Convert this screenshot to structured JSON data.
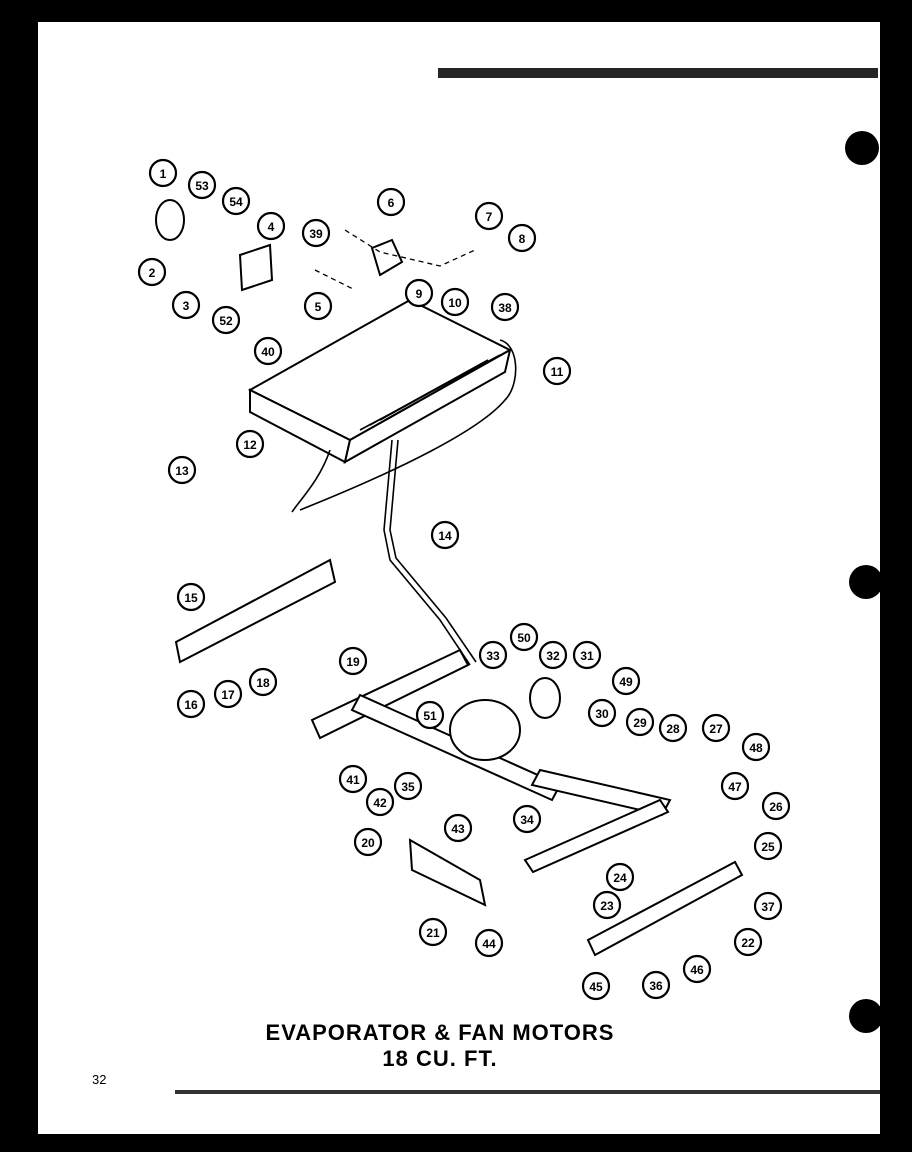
{
  "title": {
    "line1": "EVAPORATOR & FAN MOTORS",
    "line2": "18 CU. FT."
  },
  "page_number": "32",
  "callouts": [
    "1",
    "53",
    "54",
    "2",
    "4",
    "3",
    "52",
    "39",
    "6",
    "5",
    "7",
    "8",
    "9",
    "10",
    "38",
    "40",
    "11",
    "12",
    "13",
    "14",
    "15",
    "16",
    "17",
    "18",
    "19",
    "50",
    "33",
    "32",
    "31",
    "49",
    "51",
    "30",
    "29",
    "28",
    "27",
    "48",
    "41",
    "42",
    "35",
    "47",
    "26",
    "43",
    "34",
    "20",
    "25",
    "24",
    "23",
    "37",
    "21",
    "44",
    "22",
    "45",
    "36",
    "46"
  ]
}
